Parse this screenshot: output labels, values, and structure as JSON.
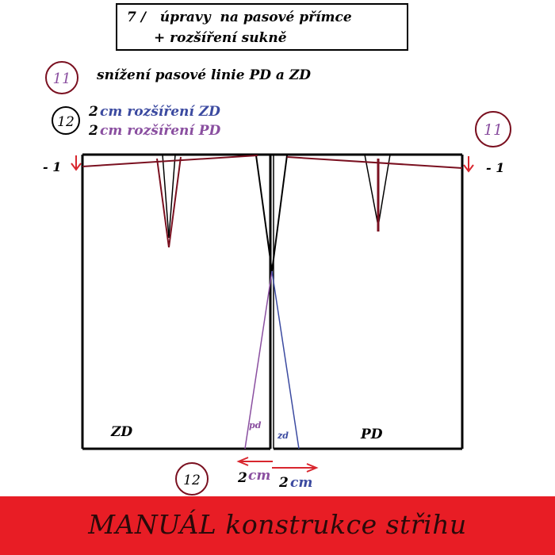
{
  "title_box": {
    "line1": "7 /   úpravy  na pasové přímce",
    "line2": "+ rozšíření sukně"
  },
  "step11": {
    "number": "11",
    "text": "snížení pasové linie PD a ZD"
  },
  "step12": {
    "number": "12",
    "num_zd": "2",
    "text_zd": "cm rozšíření ZD",
    "num_pd": "2",
    "text_pd": "cm rozšíření PD"
  },
  "diagram": {
    "marker_right": "11",
    "minus_left": "- 1",
    "minus_right": "- 1",
    "label_zd": "ZD",
    "label_pd": "PD",
    "label_pd_small": "pd",
    "label_zd_small": "zd",
    "marker_bottom": "12",
    "left_num": "2",
    "left_unit": "cm",
    "right_num": "2",
    "right_unit": "cm"
  },
  "banner": {
    "text": "MANUÁL  konstrukce střihu"
  },
  "colors": {
    "dark_red": "#7a1020",
    "purple": "#8a4fa0",
    "blue": "#3b4aa0",
    "red": "#d8262e",
    "banner": "#e81d25"
  }
}
